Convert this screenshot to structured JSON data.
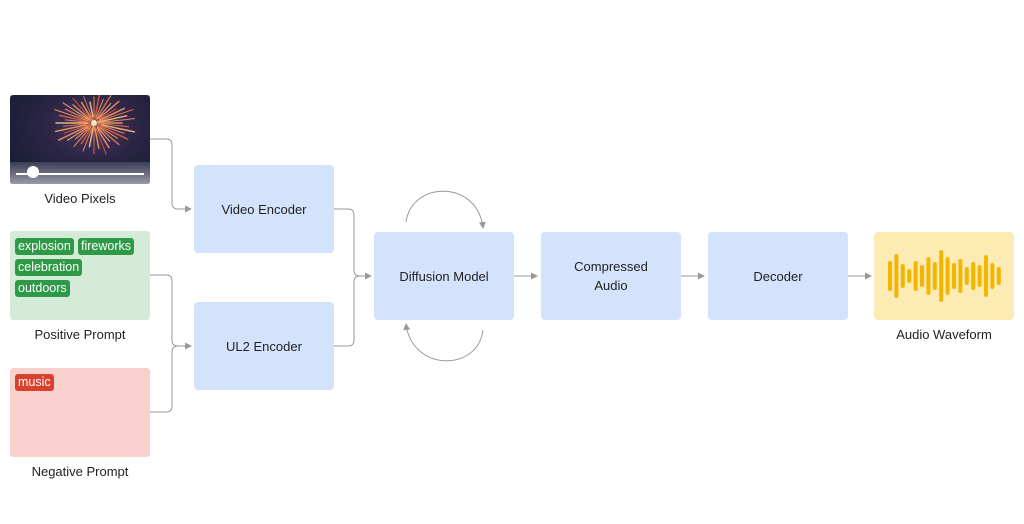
{
  "inputs": {
    "video_label": "Video Pixels",
    "positive_label": "Positive Prompt",
    "negative_label": "Negative Prompt",
    "positive_tags": [
      "explosion",
      "fireworks",
      "celebration",
      "outdoors"
    ],
    "negative_tags": [
      "music"
    ]
  },
  "blocks": {
    "video_encoder": "Video Encoder",
    "ul2_encoder": "UL2 Encoder",
    "diffusion_model": "Diffusion Model",
    "compressed_audio": "Compressed Audio",
    "decoder": "Decoder"
  },
  "output": {
    "waveform_label": "Audio Waveform"
  },
  "colors": {
    "block_fill": "#d3e3fb",
    "positive_fill": "#d4ecd7",
    "negative_fill": "#f8d1cf",
    "positive_tag": "#2e9a47",
    "negative_tag": "#d9412f",
    "waveform_fill": "#fcecb3",
    "waveform_bars": "#f5b400",
    "connector": "#999999"
  }
}
